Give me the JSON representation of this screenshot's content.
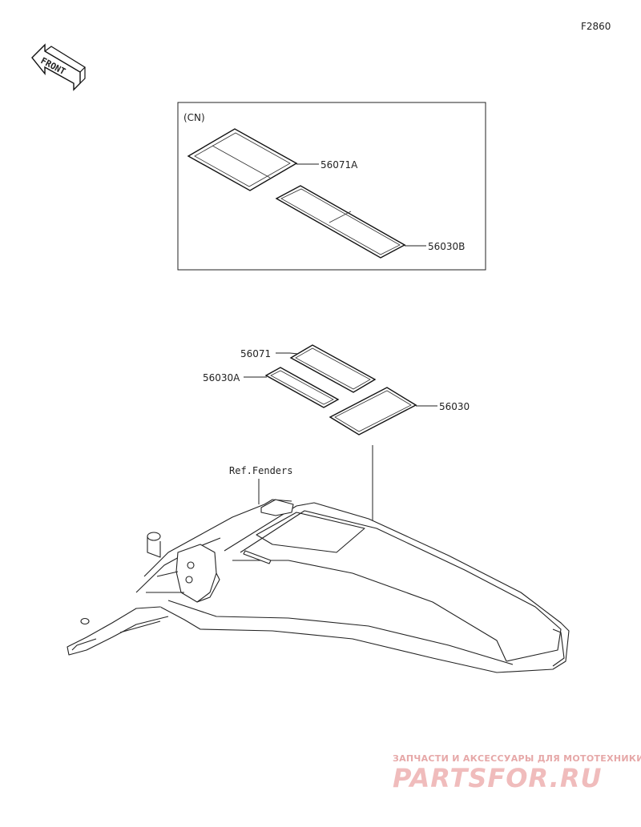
{
  "diagram": {
    "figure_code": "F2860",
    "front_label": "FRONT",
    "cn_box_label": "(CN)",
    "parts": {
      "p56071A": "56071A",
      "p56030B": "56030B",
      "p56071": "56071",
      "p56030A": "56030A",
      "p56030": "56030"
    },
    "reference": "Ref.Fenders"
  },
  "watermark": {
    "tagline": "ЗАПЧАСТИ И АКСЕССУАРЫ ДЛЯ МОТОТЕХНИКИ",
    "brand": "PARTSFOR.RU",
    "color": "#e8a0a0"
  }
}
